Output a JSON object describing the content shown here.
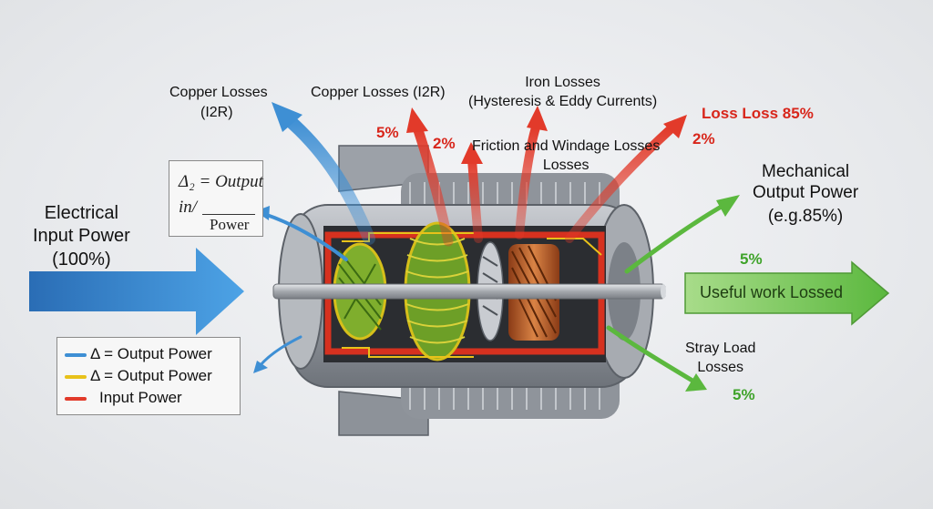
{
  "colors": {
    "copper_blue": "#3e8fd4",
    "loss_red": "#e23a2a",
    "output_green": "#5bb83e",
    "legend_yellow": "#e8c21a",
    "input_arrow_blue": "#3a86d0"
  },
  "labels": {
    "copper_losses_left_line1": "Copper Losses",
    "copper_losses_left_line2": "(I2R)",
    "copper_losses_top": "Copper Losses (I2R)",
    "iron_losses_line1": "Iron Losses",
    "iron_losses_line2": "(Hysteresis & Eddy Currents)",
    "friction_line1": "Friction and Windage Losses",
    "friction_line2": "Losses",
    "loss_total": "Loss Loss 85%",
    "mechanical_line1": "Mechanical",
    "mechanical_line2": "Output Power",
    "mechanical_line3": "(e.g.85%)",
    "electrical_line1": "Electrical",
    "electrical_line2": "Input Power",
    "electrical_line3": "(100%)",
    "stray_line1": "Stray Load",
    "stray_line2": "Losses",
    "useful_work": "Useful work Lossed"
  },
  "percentages": {
    "copper_pct": "5%",
    "iron_pct": "2%",
    "friction_pct": "2%",
    "green_top_pct": "5%",
    "stray_pct": "5%"
  },
  "formula": {
    "line1": "Δ₂ = Output",
    "line2": "in/",
    "line3": "Power"
  },
  "legend": {
    "items": [
      {
        "label": "Δ = Output Power",
        "color": "#3e8fd4"
      },
      {
        "label": "Δ = Output Power",
        "color": "#e8c21a"
      },
      {
        "label": "Input Power",
        "color": "#e23a2a"
      }
    ]
  },
  "icons": {
    "motor": "electric-motor-cutaway-icon"
  }
}
